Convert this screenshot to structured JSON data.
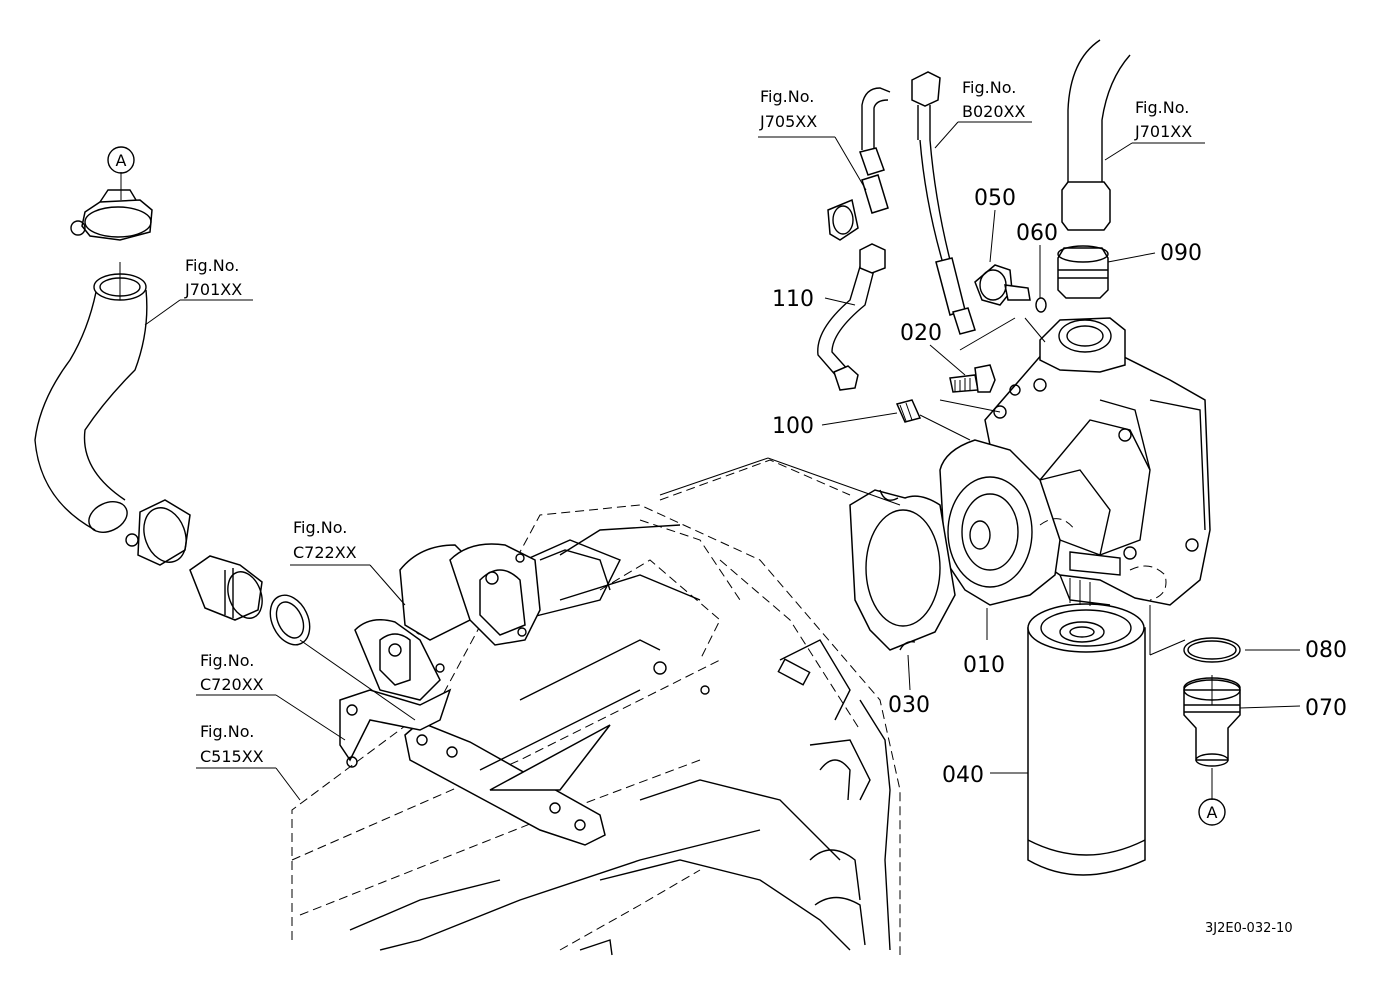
{
  "diagram": {
    "part_labels": {
      "p010": "010",
      "p020": "020",
      "p030": "030",
      "p040": "040",
      "p050": "050",
      "p060": "060",
      "p070": "070",
      "p080": "080",
      "p090": "090",
      "p100": "100",
      "p110": "110"
    },
    "fig_refs": {
      "j705": {
        "line1": "Fig.No.",
        "line2": "J705XX"
      },
      "b020": {
        "line1": "Fig.No.",
        "line2": "B020XX"
      },
      "j701_top": {
        "line1": "Fig.No.",
        "line2": "J701XX"
      },
      "j701_left": {
        "line1": "Fig.No.",
        "line2": "J701XX"
      },
      "c722": {
        "line1": "Fig.No.",
        "line2": "C722XX"
      },
      "c720": {
        "line1": "Fig.No.",
        "line2": "C720XX"
      },
      "c515": {
        "line1": "Fig.No.",
        "line2": "C515XX"
      }
    },
    "connection_markers": {
      "top_left": "A",
      "bottom_right": "A"
    },
    "drawing_code": "3J2E0-032-10"
  }
}
